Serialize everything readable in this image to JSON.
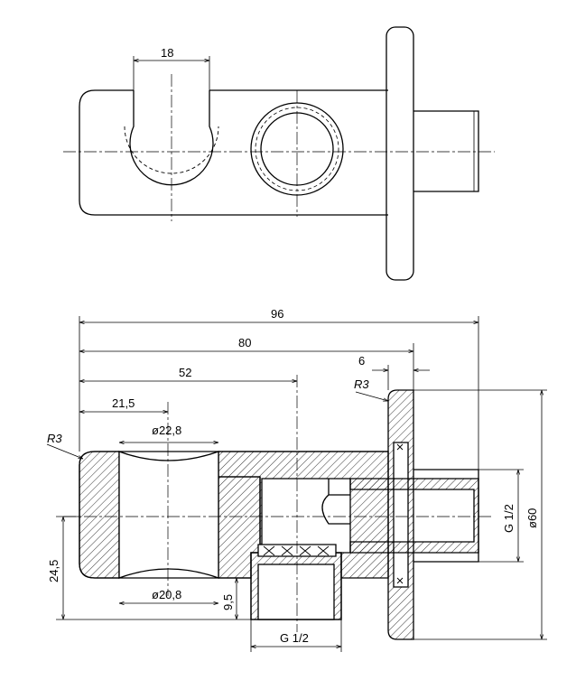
{
  "top_view": {
    "dim_slot_width": "18"
  },
  "section_view": {
    "dim_overall": "96",
    "dim_body_to_plate": "80",
    "dim_outlet_axis": "52",
    "dim_waist_axis": "21,5",
    "dim_plate_thickness": "6",
    "dim_radius_plate": "R3",
    "dim_radius_body": "R3",
    "dim_dia_top": "ø22,8",
    "dim_dia_bottom": "ø20,8",
    "dim_axis_height": "24,5",
    "dim_outlet_depth": "9,5",
    "dim_outlet_thread": "G 1/2",
    "dim_inlet_thread": "G 1/2",
    "dim_plate_dia": "ø60"
  }
}
